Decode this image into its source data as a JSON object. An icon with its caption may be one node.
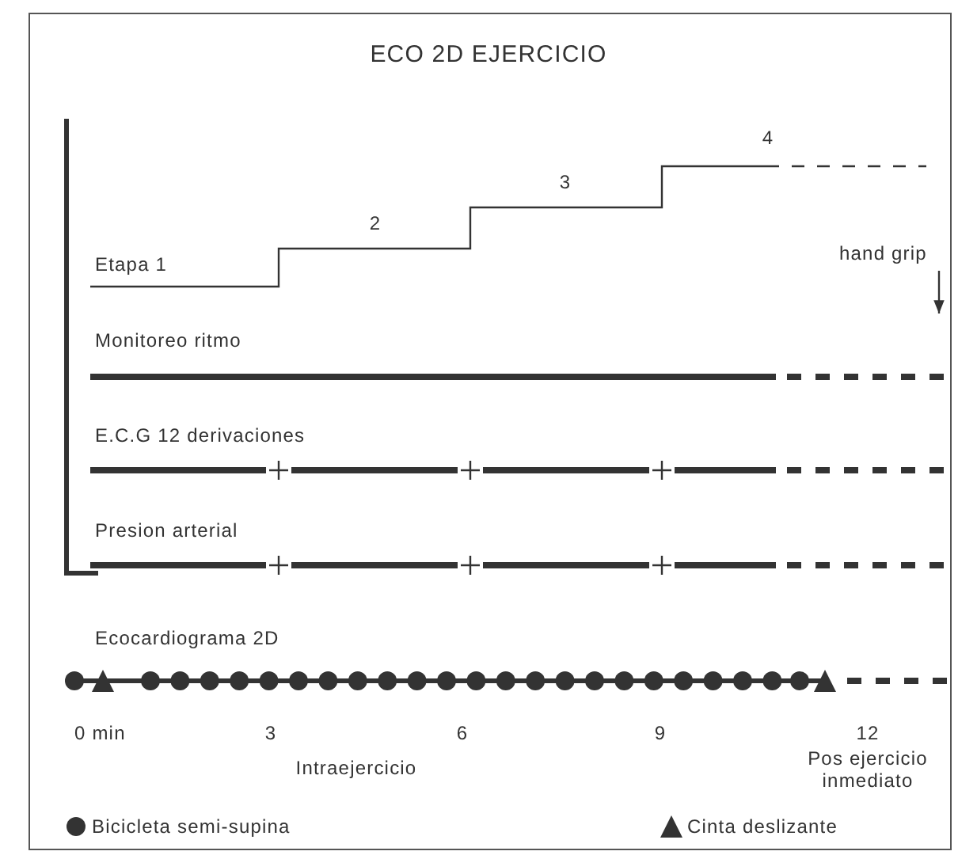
{
  "diagram": {
    "title": "ECO 2D EJERCICIO",
    "labels": [
      "4",
      "3",
      "2",
      "Etapa 1",
      "hand grip",
      "Monitoreo ritmo",
      "E.C.G 12 derivaciones",
      "Presion arterial",
      "Ecocardiograma 2D",
      "0 min",
      "3",
      "6",
      "9",
      "12",
      "Intraejercicio",
      "Pos ejercicio inmediato"
    ],
    "legend": [
      {
        "text": "Bicicleta semi-supina"
      },
      {
        "text": "Cinta deslizante"
      }
    ]
  }
}
